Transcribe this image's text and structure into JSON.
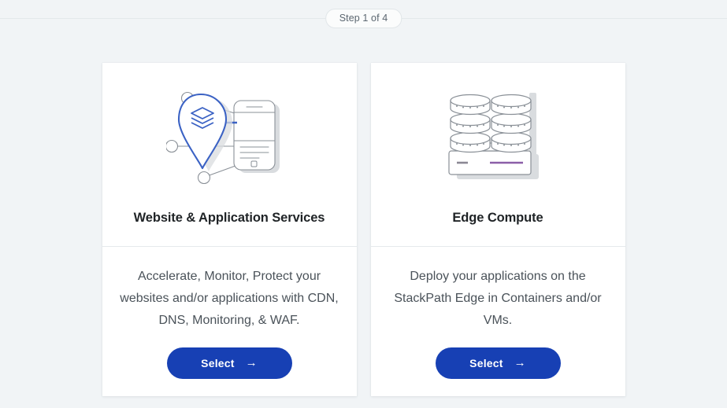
{
  "stepper": {
    "label": "Step 1 of 4"
  },
  "colors": {
    "page_background": "#f1f4f6",
    "card_background": "#ffffff",
    "button_blue": "#1740b4",
    "title_text": "#1f2326",
    "body_text": "#4a5259",
    "divider": "#e6eaec",
    "illustration_blue": "#3b62c4",
    "illustration_gray": "#8a9097",
    "illustration_purple": "#8b5fa8"
  },
  "cards": [
    {
      "id": "website-application-services",
      "illustration": "map-pin-layers-mobile-network-illustration",
      "title": "Website & Application Services",
      "description": "Accelerate, Monitor, Protect your websites and/or applications with CDN, DNS, Monitoring, & WAF.",
      "button_label": "Select",
      "button_icon": "arrow-right-icon",
      "button_arrow": "→"
    },
    {
      "id": "edge-compute",
      "illustration": "stacked-database-servers-illustration",
      "title": "Edge Compute",
      "description": "Deploy your applications on the StackPath Edge in Containers and/or VMs.",
      "button_label": "Select",
      "button_icon": "arrow-right-icon",
      "button_arrow": "→"
    }
  ]
}
